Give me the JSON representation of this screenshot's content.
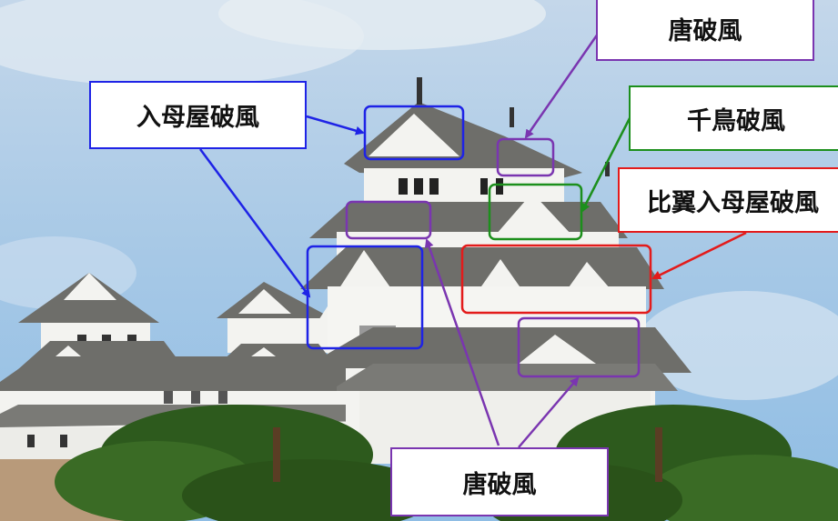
{
  "colors": {
    "blue": "#1e23e6",
    "purple": "#7a35b0",
    "green": "#1c8f1c",
    "red": "#e31b1b",
    "sky": "#9cc4e6",
    "castle_white": "#f3f3f0",
    "roof_gray": "#6e6e6a",
    "pine": "#2d5a1d"
  },
  "labels": {
    "kara_hafu_top": "唐破風",
    "irimoya_hafu": "入母屋破風",
    "chidori_hafu": "千鳥破風",
    "hiyoku_irimoya_hafu": "比翼入母屋破風",
    "kara_hafu_bottom": "唐破風"
  }
}
